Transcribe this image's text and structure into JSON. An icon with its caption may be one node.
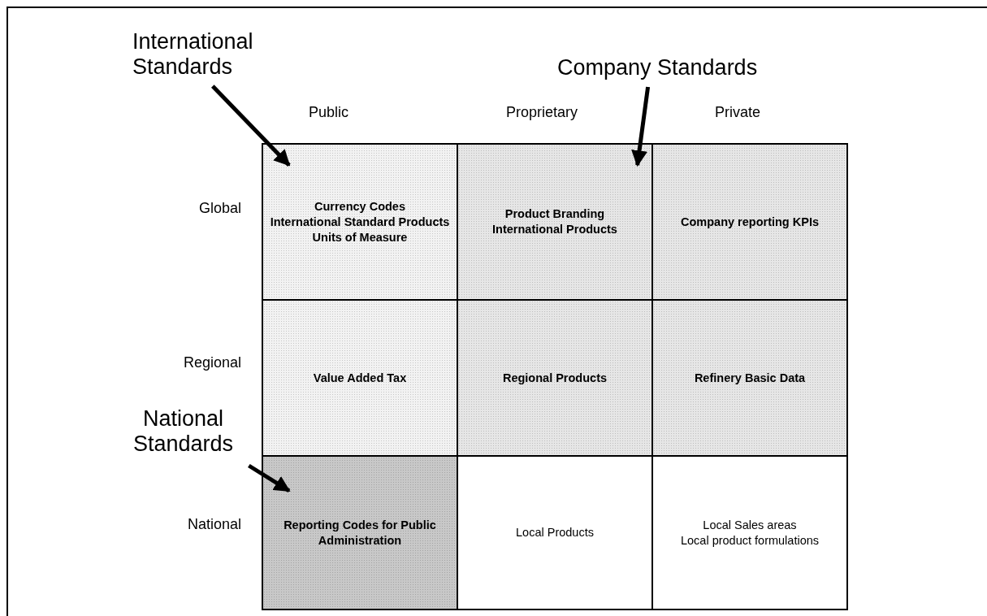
{
  "diagram": {
    "nodes": [
      {
        "text": [
          "International Standards"
        ]
      },
      {
        "text": [
          "Company Standards"
        ]
      },
      {
        "text": [
          "National Standards"
        ]
      },
      {
        "text": [
          "Currency Codes",
          "International Standard Products",
          "Units of Measure"
        ]
      },
      {
        "text": [
          "Product Branding",
          "International Products"
        ]
      },
      {
        "text": [
          "Company reporting KPIs"
        ]
      },
      {
        "text": [
          "Value Added Tax"
        ]
      },
      {
        "text": [
          "Regional Products"
        ]
      },
      {
        "text": [
          "Refinery Basic Data"
        ]
      },
      {
        "text": [
          "Reporting Codes for Public Administration"
        ]
      },
      {
        "text": [
          "Local Products"
        ]
      },
      {
        "text": [
          "Local Sales areas",
          "Local product formulations"
        ]
      }
    ],
    "edges": [
      {
        "from": 0,
        "to": 3,
        "arrow": "to"
      },
      {
        "from": 1,
        "to": 4,
        "arrow": "to"
      },
      {
        "from": 2,
        "to": 9,
        "arrow": "to"
      }
    ],
    "labels": [
      "Public",
      "Proprietary",
      "Private",
      "Global",
      "Regional",
      "National"
    ]
  }
}
